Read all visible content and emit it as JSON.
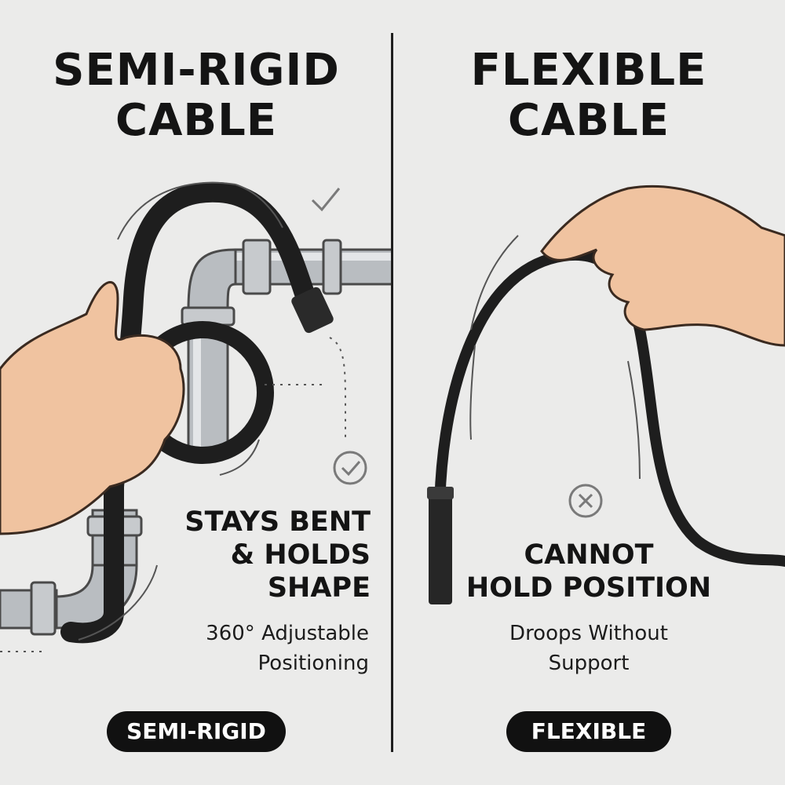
{
  "left": {
    "title": [
      "SEMI-RIGID",
      "CABLE"
    ],
    "headline": [
      "STAYS BENT",
      "& HOLDS",
      "SHAPE"
    ],
    "description": [
      "360° Adjustable",
      "Positioning"
    ],
    "badge": "SEMI-RIGID",
    "check_icon": "check-icon",
    "check_circle_icon": "check-circle-icon"
  },
  "right": {
    "title": [
      "FLEXIBLE",
      "CABLE"
    ],
    "headline": [
      "CANNOT",
      "HOLD POSITION"
    ],
    "description": [
      "Droops Without",
      "Support"
    ],
    "badge": "FLEXIBLE",
    "x_circle_icon": "x-circle-icon"
  },
  "colors": {
    "background": "#ebebea",
    "cable": "#1e1e1e",
    "pipe": "#b8bcc0",
    "skin": "#f0c3a0",
    "badge": "#111111"
  }
}
